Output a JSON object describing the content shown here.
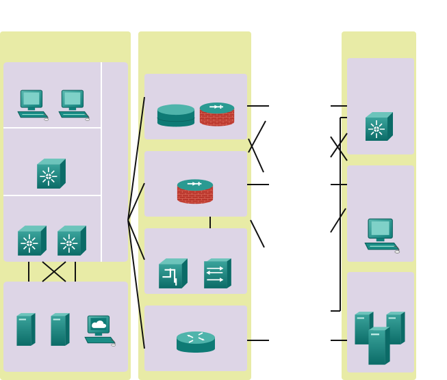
{
  "colors": {
    "zone": "#e8eba6",
    "block": "#ddd5e6",
    "teal_dark": "#0f7f7a",
    "teal_light": "#5ab8b0",
    "firewall": "#b8342a",
    "line": "#111111"
  },
  "zones": [
    {
      "name": "campus-zone"
    },
    {
      "name": "edge-zone"
    },
    {
      "name": "provider-zone"
    }
  ],
  "campus": {
    "access_icons": [
      "workstation-icon",
      "workstation-icon"
    ],
    "distribution_icons": [
      "multilayer-switch-icon"
    ],
    "core_icons": [
      "multilayer-switch-icon",
      "multilayer-switch-icon"
    ],
    "server_farm_icons": [
      "server-icon",
      "server-icon",
      "network-management-workstation-icon"
    ]
  },
  "edge": {
    "modules": [
      {
        "name": "ecommerce-module",
        "icons": [
          "router-stack-icon",
          "firewall-icon"
        ]
      },
      {
        "name": "internet-module",
        "icons": [
          "firewall-icon"
        ]
      },
      {
        "name": "vpn-module",
        "icons": [
          "vpn-concentrator-icon",
          "switch-stack-icon"
        ]
      },
      {
        "name": "wan-module",
        "icons": [
          "router-icon"
        ]
      }
    ]
  },
  "provider": {
    "modules": [
      {
        "name": "isp-a-module",
        "icons": [
          "multilayer-switch-icon"
        ]
      },
      {
        "name": "isp-b-module",
        "icons": [
          "workstation-icon"
        ]
      },
      {
        "name": "pstn-module",
        "icons": [
          "server-cluster-icon"
        ]
      }
    ]
  }
}
